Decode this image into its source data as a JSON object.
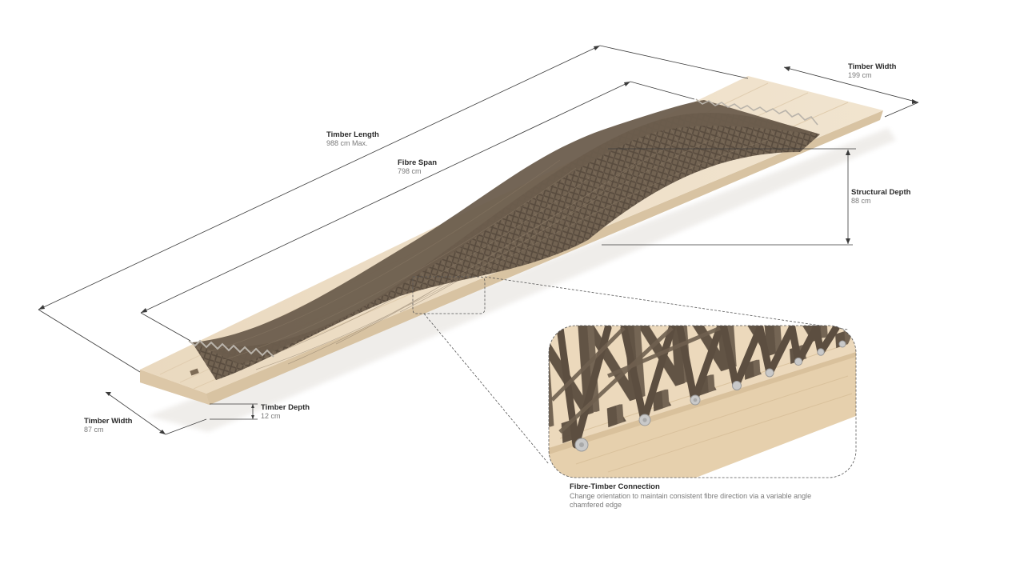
{
  "diagram": {
    "subject": "Fibre-reinforced timber beam",
    "colors": {
      "timber_top": "#ecdcc4",
      "timber_side": "#e2cfb2",
      "timber_shadow": "#d6c2a2",
      "fibre": "#6e6050",
      "fibre_dark": "#5a4d40",
      "dimension_line": "#3a3a3a",
      "label_title": "#2a2a2a",
      "label_value": "#7a7a7a",
      "background": "#ffffff"
    }
  },
  "dimensions": {
    "timber_length": {
      "title": "Timber Length",
      "value": "988 cm Max."
    },
    "fibre_span": {
      "title": "Fibre Span",
      "value": "798 cm"
    },
    "timber_width_far": {
      "title": "Timber Width",
      "value": "199 cm"
    },
    "structural_depth": {
      "title": "Structural Depth",
      "value": "88 cm"
    },
    "timber_width_near": {
      "title": "Timber Width",
      "value": "87 cm"
    },
    "timber_depth": {
      "title": "Timber Depth",
      "value": "12 cm"
    }
  },
  "detail": {
    "title": "Fibre-Timber Connection",
    "description": "Change orientation to maintain consistent fibre direction via a variable angle chamfered edge"
  }
}
